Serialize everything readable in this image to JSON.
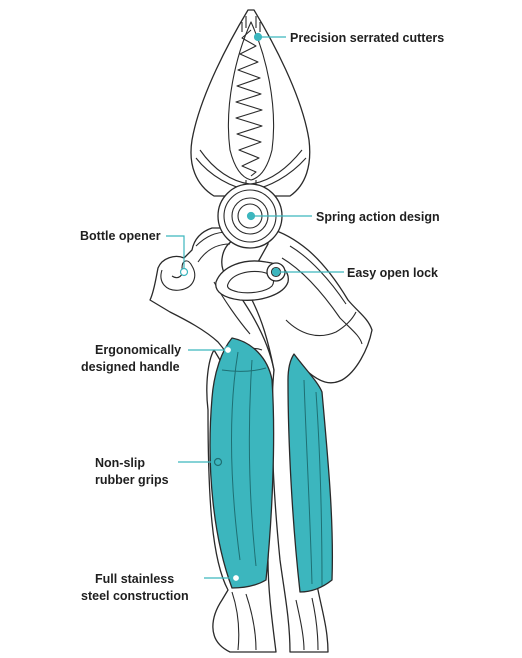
{
  "colors": {
    "accent": "#3cb6be",
    "outline": "#2a2a2a",
    "text": "#1f1f1f"
  },
  "callouts": {
    "precision": "Precision serrated cutters",
    "spring": "Spring action design",
    "bottle": "Bottle opener",
    "lock": "Easy open lock",
    "ergo_1": "Ergonomically",
    "ergo_2": "designed handle",
    "nonslip_1": "Non-slip",
    "nonslip_2": "rubber grips",
    "steel_1": "Full stainless",
    "steel_2": "steel construction"
  }
}
